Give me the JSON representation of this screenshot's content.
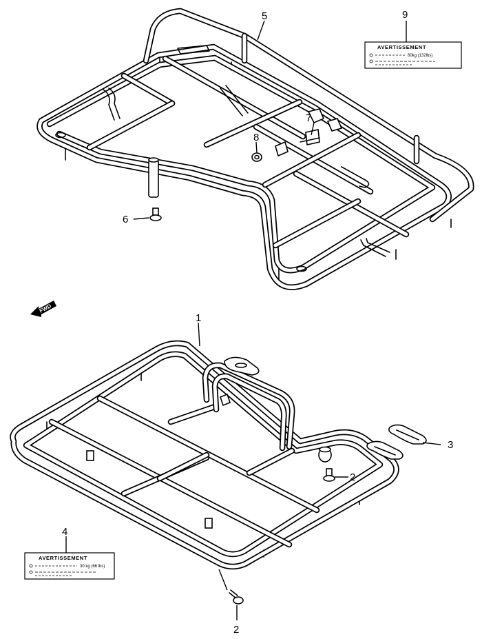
{
  "callouts": {
    "c1": "1",
    "c2a": "2",
    "c2b": "2",
    "c3": "3",
    "c4": "4",
    "c5": "5",
    "c6": "6",
    "c7": "7",
    "c8": "8",
    "c9": "9"
  },
  "labels": {
    "top": {
      "title": "AVERTISSEMENT",
      "line1": "60kg (132lbs)"
    },
    "bottom": {
      "title": "AVERTISSEMENT",
      "line1": "30 kg (66 lbs)"
    }
  },
  "fwd": "FWD"
}
